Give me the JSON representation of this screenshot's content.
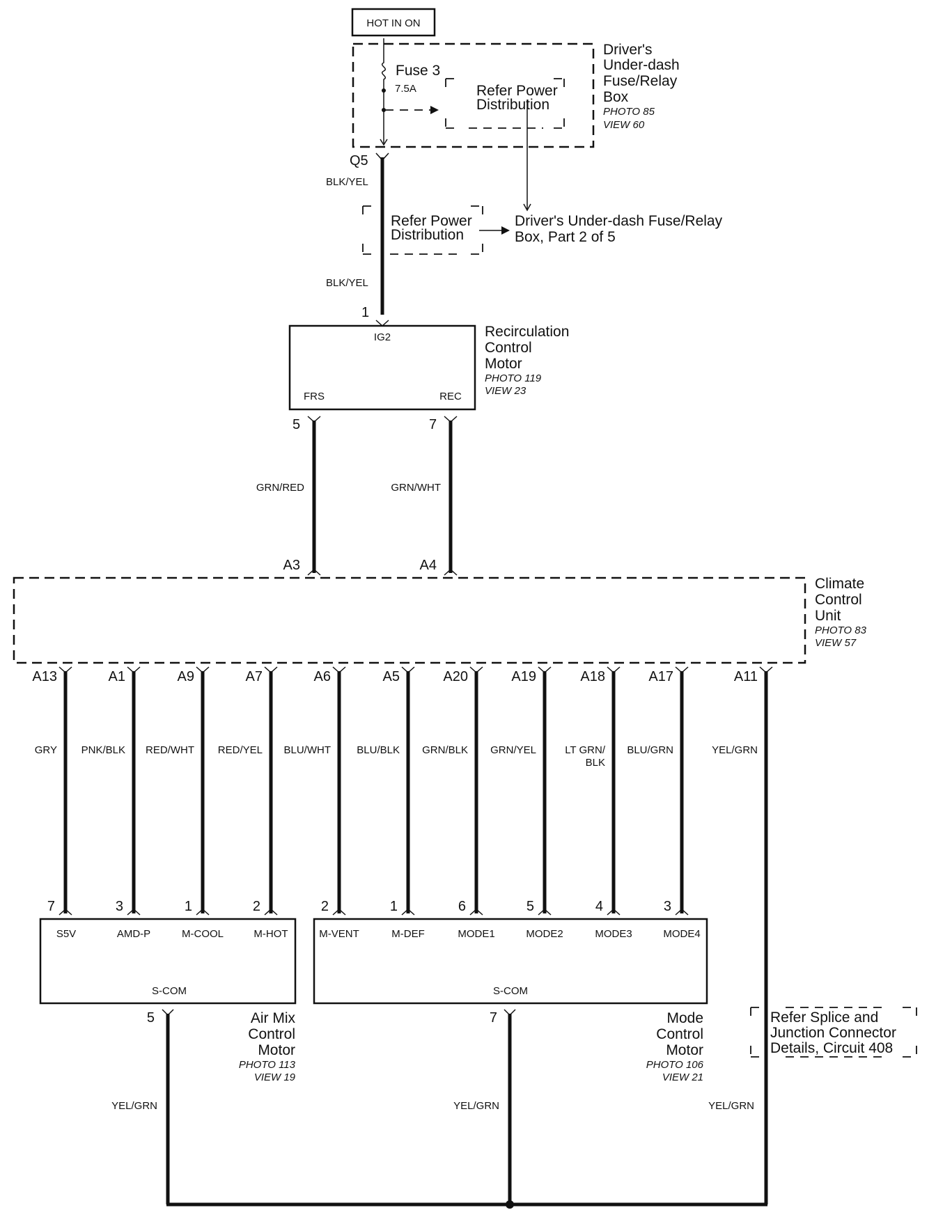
{
  "power": {
    "hot_label": "HOT IN ON",
    "fuse_label": "Fuse 3",
    "fuse_rating": "7.5A",
    "fuse_box_lines": [
      "Driver's",
      "Under-dash",
      "Fuse/Relay",
      "Box"
    ],
    "fuse_box_photo": "PHOTO 85",
    "fuse_box_view": "VIEW 60",
    "refer_inner_lines": [
      "Refer Power",
      "Distribution"
    ],
    "connector_q5": "Q5",
    "wire_q5": "BLK/YEL",
    "refer_mid_lines": [
      "Refer Power",
      "Distribution"
    ],
    "part_ref_lines": [
      "Driver's Under-dash Fuse/Relay",
      "Box, Part 2 of 5"
    ],
    "wire_to_recirc": "BLK/YEL"
  },
  "recirc_motor": {
    "pin_in": "1",
    "term_ig2": "IG2",
    "term_frs": "FRS",
    "term_rec": "REC",
    "name_lines": [
      "Recirculation",
      "Control",
      "Motor"
    ],
    "photo": "PHOTO 119",
    "view": "VIEW 23",
    "pin_frs": "5",
    "pin_rec": "7",
    "wire_frs": "GRN/RED",
    "wire_rec": "GRN/WHT"
  },
  "climate_unit": {
    "pin_a3": "A3",
    "pin_a4": "A4",
    "name_lines": [
      "Climate",
      "Control",
      "Unit"
    ],
    "photo": "PHOTO 83",
    "view": "VIEW 57"
  },
  "bottom_wires": [
    {
      "unit_pin": "A13",
      "wire": [
        "GRY"
      ],
      "motor_pin": "7",
      "term": "S5V"
    },
    {
      "unit_pin": "A1",
      "wire": [
        "PNK/BLK"
      ],
      "motor_pin": "3",
      "term": "AMD-P"
    },
    {
      "unit_pin": "A9",
      "wire": [
        "RED/WHT"
      ],
      "motor_pin": "1",
      "term": "M-COOL"
    },
    {
      "unit_pin": "A7",
      "wire": [
        "RED/YEL"
      ],
      "motor_pin": "2",
      "term": "M-HOT"
    },
    {
      "unit_pin": "A6",
      "wire": [
        "BLU/WHT"
      ],
      "motor_pin": "2",
      "term": "M-VENT"
    },
    {
      "unit_pin": "A5",
      "wire": [
        "BLU/BLK"
      ],
      "motor_pin": "1",
      "term": "M-DEF"
    },
    {
      "unit_pin": "A20",
      "wire": [
        "GRN/BLK"
      ],
      "motor_pin": "6",
      "term": "MODE1"
    },
    {
      "unit_pin": "A19",
      "wire": [
        "GRN/YEL"
      ],
      "motor_pin": "5",
      "term": "MODE2"
    },
    {
      "unit_pin": "A18",
      "wire": [
        "LT GRN/",
        "BLK"
      ],
      "motor_pin": "4",
      "term": "MODE3"
    },
    {
      "unit_pin": "A17",
      "wire": [
        "BLU/GRN"
      ],
      "motor_pin": "3",
      "term": "MODE4"
    },
    {
      "unit_pin": "A11",
      "wire": [
        "YEL/GRN"
      ],
      "motor_pin": "",
      "term": ""
    }
  ],
  "air_mix_motor": {
    "scom": "S-COM",
    "pin_scom": "5",
    "name_lines": [
      "Air Mix",
      "Control",
      "Motor"
    ],
    "photo": "PHOTO 113",
    "view": "VIEW 19",
    "wire_ground": "YEL/GRN"
  },
  "mode_motor": {
    "scom": "S-COM",
    "pin_scom": "7",
    "name_lines": [
      "Mode",
      "Control",
      "Motor"
    ],
    "photo": "PHOTO 106",
    "view": "VIEW 21",
    "wire_ground": "YEL/GRN"
  },
  "splice_ref": {
    "lines": [
      "Refer Splice and",
      "Junction Connector",
      "Details, Circuit 408"
    ],
    "wire_ground": "YEL/GRN"
  }
}
